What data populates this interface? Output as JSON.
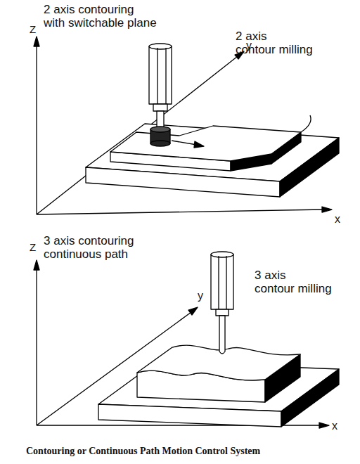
{
  "diagram": {
    "caption": "Contouring or Continuous Path Motion Control System",
    "labels": [
      "2 axis contouring with switchable plane",
      "Z",
      "2 axis contour milling",
      "y",
      "x",
      "3 axis contouring continuous path",
      "Z",
      "3 axis contour milling",
      "y",
      "x"
    ]
  }
}
